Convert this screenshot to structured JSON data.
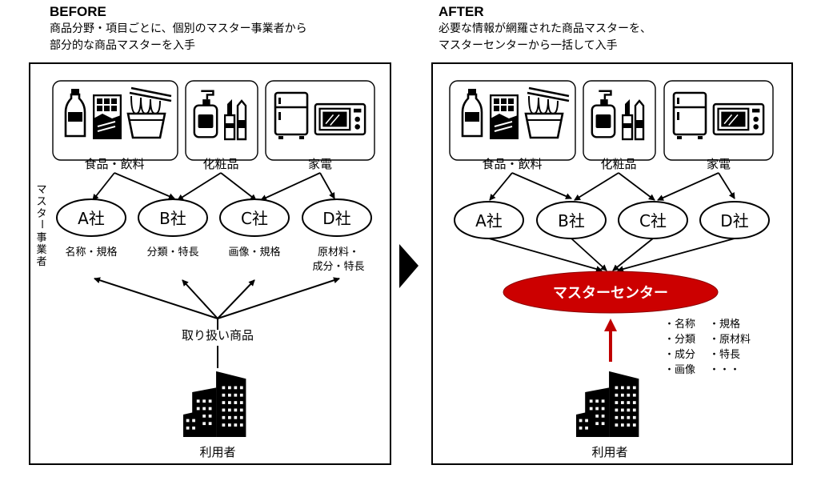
{
  "before": {
    "heading": "BEFORE",
    "desc_line1": "商品分野・項目ごとに、個別のマスター事業者から",
    "desc_line2": "部分的な商品マスターを入手",
    "side_label_chars": [
      "マ",
      "ス",
      "タ",
      "ー",
      "事",
      "業",
      "者"
    ],
    "categories": [
      "食品・飲料",
      "化粧品",
      "家電"
    ],
    "companies": [
      "A社",
      "B社",
      "C社",
      "D社"
    ],
    "company_items": [
      [
        "名称・規格"
      ],
      [
        "分類・特長"
      ],
      [
        "画像・規格"
      ],
      [
        "原材料・",
        "成分・特長"
      ]
    ],
    "products_label": "取り扱い商品",
    "user_label": "利用者"
  },
  "after": {
    "heading": "AFTER",
    "desc_line1": "必要な情報が網羅された商品マスターを、",
    "desc_line2": "マスターセンターから一括して入手",
    "categories": [
      "食品・飲料",
      "化粧品",
      "家電"
    ],
    "companies": [
      "A社",
      "B社",
      "C社",
      "D社"
    ],
    "center_label": "マスターセンター",
    "attributes_col1": [
      "・名称",
      "・分類",
      "・成分",
      "・画像"
    ],
    "attributes_col2": [
      "・規格",
      "・原材料",
      "・特長",
      "・・・"
    ],
    "user_label": "利用者"
  },
  "colors": {
    "accent_red": "#c00000",
    "center_fill": "#cc0000",
    "stroke": "#000000"
  },
  "icons": [
    "milk-bottle-icon",
    "chocolate-bar-icon",
    "instant-noodle-cup-icon",
    "pump-bottle-icon",
    "lipstick-icon",
    "refrigerator-icon",
    "microwave-icon",
    "office-building-icon",
    "transition-arrow-icon"
  ]
}
